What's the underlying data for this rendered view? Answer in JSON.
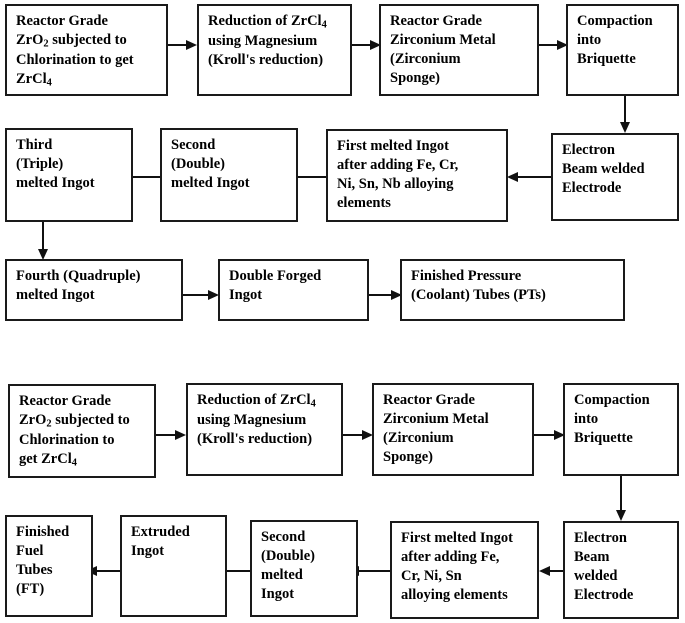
{
  "diagram": {
    "type": "process-flowchart",
    "title_visible": false,
    "colors": {
      "box_border": "#1a1a1a",
      "box_fill": "#ffffff",
      "connector": "#111111",
      "text": "#000000"
    },
    "flowcharts": [
      {
        "id": "pressure-tubes-flow",
        "name": "Pressure Tube (PT) manufacturing route",
        "nodes": [
          {
            "id": "pt-n1",
            "name": "reactor-grade-zro2-chlorination",
            "lines": [
              "Reactor Grade",
              "ZrO2 subjected to",
              "Chlorination to get",
              "ZrCl4"
            ],
            "html": "Reactor Grade\nZrO<sub>2</sub> subjected to\nChlorination to get\nZrCl<sub>4</sub>"
          },
          {
            "id": "pt-n2",
            "name": "reduction-of-zrcl4-kroll",
            "lines": [
              "Reduction of ZrCl4",
              "using Magnesium",
              "(Kroll's reduction)"
            ],
            "html": "Reduction of ZrCl<sub>4</sub>\nusing Magnesium\n(Kroll's reduction)"
          },
          {
            "id": "pt-n3",
            "name": "reactor-grade-zirconium-sponge",
            "lines": [
              "Reactor Grade",
              "Zirconium Metal",
              "(Zirconium",
              "Sponge)"
            ],
            "html": "Reactor     Grade\nZirconium   Metal\n(Zirconium\nSponge)"
          },
          {
            "id": "pt-n4",
            "name": "compaction-into-briquette",
            "lines": [
              "Compaction",
              "into",
              "Briquette"
            ],
            "html": "Compaction\ninto\nBriquette"
          },
          {
            "id": "pt-n5",
            "name": "electron-beam-welded-electrode",
            "lines": [
              "Electron",
              "Beam welded",
              "Electrode"
            ],
            "html": "Electron\nBeam  welded\nElectrode"
          },
          {
            "id": "pt-n6",
            "name": "first-melted-ingot-alloying",
            "lines": [
              "First melted Ingot",
              "after adding Fe, Cr,",
              "Ni, Sn, Nb alloying",
              "elements"
            ],
            "html": "First  melted  Ingot\nafter adding Fe, Cr,\nNi, Sn, Nb alloying\nelements"
          },
          {
            "id": "pt-n7",
            "name": "second-double-melted-ingot",
            "lines": [
              "Second",
              "(Double)",
              "melted Ingot"
            ],
            "html": "Second\n(Double)\nmelted Ingot"
          },
          {
            "id": "pt-n8",
            "name": "third-triple-melted-ingot",
            "lines": [
              "Third",
              "(Triple)",
              "melted Ingot"
            ],
            "html": "Third\n(Triple)\nmelted Ingot"
          },
          {
            "id": "pt-n9",
            "name": "fourth-quadruple-melted-ingot",
            "lines": [
              "Fourth (Quadruple)",
              "melted Ingot"
            ],
            "html": "Fourth (Quadruple)\nmelted Ingot"
          },
          {
            "id": "pt-n10",
            "name": "double-forged-ingot",
            "lines": [
              "Double Forged",
              "Ingot"
            ],
            "html": "Double    Forged\nIngot"
          },
          {
            "id": "pt-n11",
            "name": "finished-pressure-coolant-tubes",
            "lines": [
              "Finished Pressure",
              "(Coolant) Tubes (PTs)"
            ],
            "html": "Finished           Pressure\n(Coolant) Tubes (PTs)"
          }
        ],
        "edges": [
          {
            "from": "pt-n1",
            "to": "pt-n2",
            "direction": "right"
          },
          {
            "from": "pt-n2",
            "to": "pt-n3",
            "direction": "right"
          },
          {
            "from": "pt-n3",
            "to": "pt-n4",
            "direction": "right"
          },
          {
            "from": "pt-n4",
            "to": "pt-n5",
            "direction": "down"
          },
          {
            "from": "pt-n5",
            "to": "pt-n6",
            "direction": "left"
          },
          {
            "from": "pt-n6",
            "to": "pt-n7",
            "direction": "left"
          },
          {
            "from": "pt-n7",
            "to": "pt-n8",
            "direction": "left"
          },
          {
            "from": "pt-n8",
            "to": "pt-n9",
            "direction": "down"
          },
          {
            "from": "pt-n9",
            "to": "pt-n10",
            "direction": "right"
          },
          {
            "from": "pt-n10",
            "to": "pt-n11",
            "direction": "right"
          }
        ]
      },
      {
        "id": "fuel-tubes-flow",
        "name": "Fuel Tube (FT) manufacturing route",
        "nodes": [
          {
            "id": "ft-n1",
            "name": "reactor-grade-zro2-chlorination",
            "lines": [
              "Reactor Grade",
              "ZrO2 subjected to",
              "Chlorination to",
              "get ZrCl4"
            ],
            "html": "Reactor Grade\nZrO<sub>2</sub> subjected to\nChlorination to\nget ZrCl<sub>4</sub>"
          },
          {
            "id": "ft-n2",
            "name": "reduction-of-zrcl4-kroll",
            "lines": [
              "Reduction of ZrCl4",
              "using Magnesium",
              "(Kroll's reduction)"
            ],
            "html": "Reduction of ZrCl<sub>4</sub>\nusing Magnesium\n(Kroll's reduction)"
          },
          {
            "id": "ft-n3",
            "name": "reactor-grade-zirconium-sponge",
            "lines": [
              "Reactor Grade",
              "Zirconium Metal",
              "(Zirconium",
              "Sponge)"
            ],
            "html": "Reactor     Grade\nZirconium   Metal\n(Zirconium\nSponge)"
          },
          {
            "id": "ft-n4",
            "name": "compaction-into-briquette",
            "lines": [
              "Compaction",
              "into",
              "Briquette"
            ],
            "html": "Compaction\ninto\nBriquette"
          },
          {
            "id": "ft-n5",
            "name": "electron-beam-welded-electrode",
            "lines": [
              "Electron",
              "Beam",
              "welded",
              "Electrode"
            ],
            "html": "Electron\nBeam\nwelded\nElectrode"
          },
          {
            "id": "ft-n6",
            "name": "first-melted-ingot-alloying",
            "lines": [
              "First melted Ingot",
              "after adding Fe,",
              "Cr, Ni, Sn",
              "alloying elements"
            ],
            "html": "First melted Ingot\nafter  adding  Fe,\nCr,     Ni,     Sn\nalloying elements"
          },
          {
            "id": "ft-n7",
            "name": "second-double-melted-ingot",
            "lines": [
              "Second",
              "(Double)",
              "melted",
              "Ingot"
            ],
            "html": "Second\n(Double)\nmelted\nIngot"
          },
          {
            "id": "ft-n8",
            "name": "extruded-ingot",
            "lines": [
              "Extruded",
              "Ingot"
            ],
            "html": "Extruded\nIngot"
          },
          {
            "id": "ft-n9",
            "name": "finished-fuel-tubes",
            "lines": [
              "Finished",
              "Fuel",
              "Tubes",
              "(FT)"
            ],
            "html": "Finished\nFuel\nTubes\n(FT)"
          }
        ],
        "edges": [
          {
            "from": "ft-n1",
            "to": "ft-n2",
            "direction": "right"
          },
          {
            "from": "ft-n2",
            "to": "ft-n3",
            "direction": "right"
          },
          {
            "from": "ft-n3",
            "to": "ft-n4",
            "direction": "right"
          },
          {
            "from": "ft-n4",
            "to": "ft-n5",
            "direction": "down"
          },
          {
            "from": "ft-n5",
            "to": "ft-n6",
            "direction": "left"
          },
          {
            "from": "ft-n6",
            "to": "ft-n7",
            "direction": "left"
          },
          {
            "from": "ft-n7",
            "to": "ft-n8",
            "direction": "left"
          },
          {
            "from": "ft-n8",
            "to": "ft-n9",
            "direction": "left"
          }
        ]
      }
    ]
  }
}
